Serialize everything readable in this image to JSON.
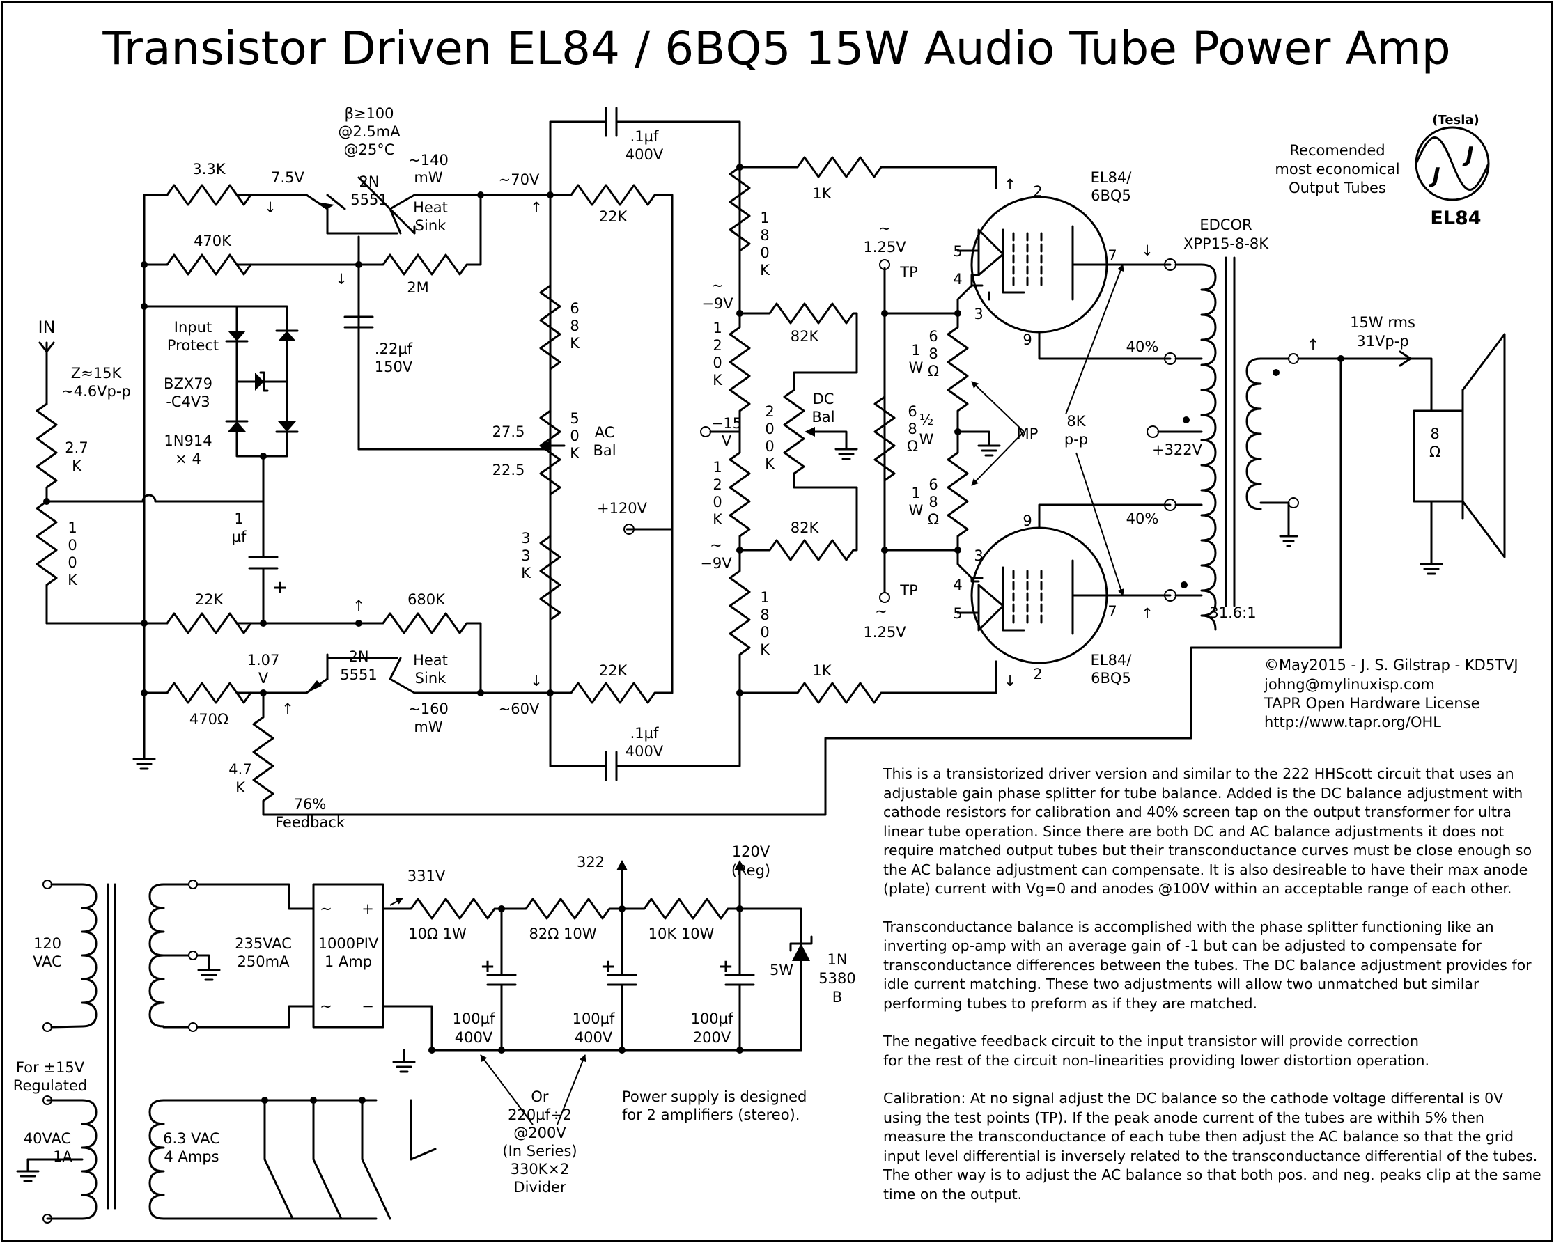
{
  "title": "Transistor Driven  EL84 / 6BQ5  15W  Audio Tube Power Amp",
  "labels": {
    "beta": "β≥100",
    "beta_ma": "@2.5mA",
    "beta_temp": "@25°C",
    "r33k": "3.3K",
    "v75": "7.5V",
    "q1_a": "2N",
    "q1_b": "5551",
    "mw140_a": "~140",
    "mw140_b": "mW",
    "heat1_a": "Heat",
    "heat1_b": "Sink",
    "v70": "~70V",
    "c1_a": ".1µf",
    "c1_b": "400V",
    "r22k_top": "22K",
    "r470k": "470K",
    "r2m": "2M",
    "r1k_top": "1K",
    "in": "IN",
    "in_z": "Z≈15K",
    "in_vpp": "~4.6Vp-p",
    "input_protect_a": "Input",
    "input_protect_b": "Protect",
    "bzx_a": "BZX79",
    "bzx_b": "-C4V3",
    "n914_a": "1N914",
    "n914_b": "× 4",
    "c22_a": ".22µf",
    "c22_b": "150V",
    "r27k_a": "2.7",
    "r27k_b": "K",
    "r68k": [
      "6",
      "8",
      "K"
    ],
    "r50k": [
      "5",
      "0",
      "K"
    ],
    "ac_a": "AC",
    "ac_b": "Bal",
    "v275": "27.5",
    "v225": "22.5",
    "v120": "+120V",
    "r33k_low": [
      "3",
      "3",
      "K"
    ],
    "r180k": [
      "1",
      "8",
      "0",
      "K"
    ],
    "r120k": [
      "1",
      "2",
      "0",
      "K"
    ],
    "r200k": [
      "2",
      "0",
      "0",
      "K"
    ],
    "neg9_top": "−9V",
    "neg15_a": "−15",
    "neg15_b": "V",
    "neg9_bot": "−9V",
    "r82k": "82K",
    "dc_a": "DC",
    "dc_b": "Bal",
    "tp_top_v": "1.25V",
    "tp": "TP",
    "tp_bot_v": "1.25V",
    "r68_1w": [
      "1",
      "W"
    ],
    "r68_ohm": [
      "6",
      "8",
      "Ω"
    ],
    "r68_half": [
      "6",
      "8",
      "Ω"
    ],
    "half_w": [
      "½",
      "W"
    ],
    "mp": "MP",
    "tube_name_a": "EL84/",
    "tube_name_b": "6BQ5",
    "pin2": "2",
    "pin3": "3",
    "pin4": "4",
    "pin5": "5",
    "pin7": "7",
    "pin9": "9",
    "pct40": "40%",
    "k8_a": "8K",
    "k8_b": "p-p",
    "v322": "+322V",
    "edcor_a": "EDCOR",
    "edcor_b": "XPP15-8-8K",
    "ratio": "31.6:1",
    "out_a": "15W rms",
    "out_b": "31Vp-p",
    "spk_a": "8",
    "spk_b": "Ω",
    "rec_a": "Recomended",
    "rec_b": "most economical",
    "rec_c": "Output Tubes",
    "tesla": "(Tesla)",
    "tesla_j": "J",
    "el84_logo": "EL84",
    "r1m": [
      "1"
    ],
    "r100k": [
      "1",
      "0",
      "0",
      "K"
    ],
    "c1uf_a": "1",
    "c1uf_b": "µf",
    "plus": "+",
    "r22k_low": "22K",
    "r680k": "680K",
    "v107_a": "1.07",
    "v107_b": "V",
    "r470": "470Ω",
    "q2_a": "2N",
    "q2_b": "5551",
    "heat2_a": "Heat",
    "heat2_b": "Sink",
    "mw160_a": "~160",
    "mw160_b": "mW",
    "v60": "~60V",
    "r22k_bot": "22K",
    "r1k_bot": "1K",
    "c2_a": ".1µf",
    "c2_b": "400V",
    "r47k_a": "4.7",
    "r47k_b": "K",
    "fb_a": "76%",
    "fb_b": "Feedback",
    "tilde": "~",
    "up_arrow": "↑",
    "down_arrow": "↓",
    "copyright": "©May2015 -  J. S. Gilstrap - KD5TVJ",
    "email": "johng@mylinuxisp.com",
    "license": "TAPR Open Hardware License",
    "url": "http://www.tapr.org/OHL"
  },
  "psu": {
    "vac120_a": "120",
    "vac120_b": "VAC",
    "sec_a": "235VAC",
    "sec_b": "250mA",
    "rect_a": "1000PIV",
    "rect_b": "1 Amp",
    "rect_tl": "~",
    "rect_tr": "+",
    "rect_bl": "~",
    "rect_br": "−",
    "v331": "331V",
    "r10": "10Ω 1W",
    "r82": "82Ω 10W",
    "r10k": "10K  10W",
    "v322": "322",
    "v120_a": "120V",
    "v120_b": "(Reg)",
    "z5w": "5W",
    "z_a": "1N",
    "z_b": "5380",
    "z_c": "B",
    "c_a1": "100µf",
    "c_a2": "400V",
    "c_b1": "100µf",
    "c_b2": "400V",
    "c_c1": "100µf",
    "c_c2": "200V",
    "or_a": "Or",
    "or_b": "220µf÷2",
    "or_c": "@200V",
    "or_d": "(In Series)",
    "or_e": "330K×2",
    "or_f": "Divider",
    "note_a": "Power supply is designed",
    "note_b": "for 2 amplifiers (stereo).",
    "reg_a": "For ±15V",
    "reg_b": "Regulated",
    "v40_a": "40VAC",
    "v40_b": "1A",
    "fil_a": "6.3 VAC",
    "fil_b": "4 Amps"
  },
  "notes": [
    "This is a transistorized driver version and similar to the 222 HHScott circuit that uses an adjustable gain phase splitter for tube balance. Added is the DC balance adjustment with cathode resistors for calibration and 40% screen tap on the output transformer for ultra linear tube operation. Since there are both DC and AC balance adjustments it does not require matched output tubes but their transconductance curves must be close enough so the AC balance adjustment can compensate. It is also desireable to have their max anode (plate) current with Vg=0 and anodes @100V within an acceptable range of each other.",
    "Transconductance balance is accomplished with the phase splitter functioning like an inverting op-amp with an average gain of -1 but can be adjusted  to compensate for transconductance differences between the tubes. The DC balance adjustment provides for idle current matching. These two adjustments will allow two unmatched but similar performing tubes to preform as if  they are matched.",
    "The negative feedback circuit to the input transistor will provide correction\nfor the rest of the circuit non-linearities providing lower distortion operation.",
    "Calibration: At no signal adjust the DC balance so the cathode voltage differental is 0V using the test points (TP). If the peak anode current of the tubes are withih 5% then measure the transconductance of each tube then adjust the AC balance so that the grid input level differential is inversely related to the transconductance differential of the tubes. The other way is to adjust the AC balance so that both pos. and neg. peaks clip at the same time on the output."
  ]
}
